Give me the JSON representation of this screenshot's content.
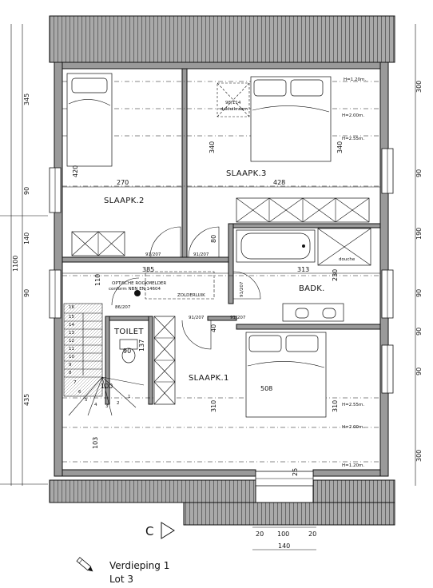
{
  "rooms": {
    "slaapk2": "SLAAPK.2",
    "slaapk3": "SLAAPK.3",
    "slaapk1": "SLAAPK.1",
    "badk": "BADK.",
    "toilet": "TOILET"
  },
  "dimensions": {
    "left": [
      "345",
      "90",
      "140",
      "1100",
      "90",
      "435"
    ],
    "right": [
      "300",
      "90",
      "190",
      "90",
      "90",
      "90",
      "300"
    ],
    "inner": [
      "270",
      "428",
      "420",
      "340",
      "340",
      "385",
      "313",
      "230",
      "110",
      "80",
      "40",
      "310",
      "310",
      "103",
      "508",
      "137",
      "90",
      "100",
      "25"
    ],
    "bottom": [
      "20",
      "100",
      "20",
      "140"
    ]
  },
  "doors": [
    "91/207",
    "91/207",
    "91/207",
    "86/207",
    "91/207",
    "91/207"
  ],
  "annotations": {
    "hatch_size": "98/114",
    "hatch_label": "dakluikraam",
    "smoke_1": "OPTISCHE ROOKMELDER",
    "smoke_2": "conform NBN EN 14604",
    "zolderluik": "ZOLDERLUIK",
    "douche": "douche",
    "heights_top": [
      "H=1.20m.",
      "H=2.00m.",
      "H=2.55m."
    ],
    "heights_bottom": [
      "H=2.55m.",
      "H=2.00m.",
      "H=1.20m."
    ],
    "stair_steps": [
      "16",
      "15",
      "14",
      "13",
      "12",
      "11",
      "10",
      "9",
      "8",
      "7",
      "6",
      "5",
      "4",
      "3",
      "2",
      "1"
    ]
  },
  "section_mark": "C",
  "legend": {
    "line1": "Verdieping 1",
    "line2": "Lot 3"
  }
}
